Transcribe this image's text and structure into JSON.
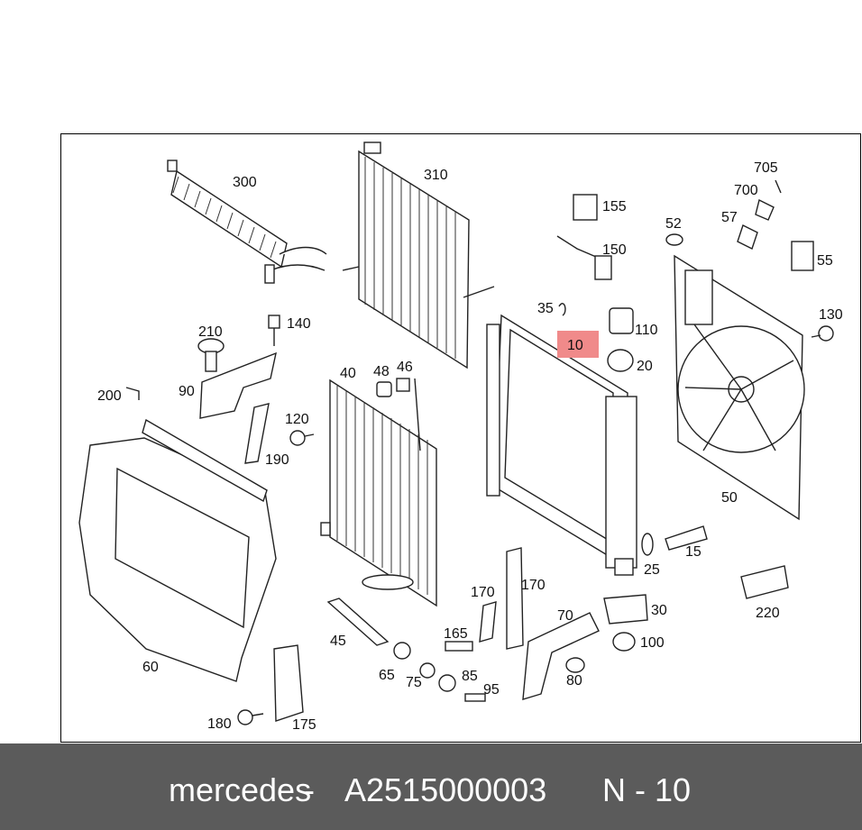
{
  "caption": {
    "brand": "mercedes",
    "sep1": "-",
    "part_number": "A2515000003",
    "ref_label": "N - 10"
  },
  "callouts": [
    {
      "id": "300",
      "text": "300"
    },
    {
      "id": "310",
      "text": "310"
    },
    {
      "id": "705",
      "text": "705"
    },
    {
      "id": "700",
      "text": "700"
    },
    {
      "id": "155",
      "text": "155"
    },
    {
      "id": "57",
      "text": "57"
    },
    {
      "id": "52",
      "text": "52"
    },
    {
      "id": "150",
      "text": "150"
    },
    {
      "id": "55",
      "text": "55"
    },
    {
      "id": "35",
      "text": "35"
    },
    {
      "id": "130",
      "text": "130"
    },
    {
      "id": "210",
      "text": "210"
    },
    {
      "id": "140",
      "text": "140"
    },
    {
      "id": "110",
      "text": "110"
    },
    {
      "id": "10",
      "text": "10"
    },
    {
      "id": "20",
      "text": "20"
    },
    {
      "id": "40",
      "text": "40"
    },
    {
      "id": "48",
      "text": "48"
    },
    {
      "id": "46",
      "text": "46"
    },
    {
      "id": "90",
      "text": "90"
    },
    {
      "id": "200",
      "text": "200"
    },
    {
      "id": "120",
      "text": "120"
    },
    {
      "id": "190",
      "text": "190"
    },
    {
      "id": "50",
      "text": "50"
    },
    {
      "id": "15",
      "text": "15"
    },
    {
      "id": "25",
      "text": "25"
    },
    {
      "id": "170a",
      "text": "170"
    },
    {
      "id": "170b",
      "text": "170"
    },
    {
      "id": "220",
      "text": "220"
    },
    {
      "id": "30",
      "text": "30"
    },
    {
      "id": "70",
      "text": "70"
    },
    {
      "id": "165",
      "text": "165"
    },
    {
      "id": "100",
      "text": "100"
    },
    {
      "id": "45",
      "text": "45"
    },
    {
      "id": "60",
      "text": "60"
    },
    {
      "id": "65",
      "text": "65"
    },
    {
      "id": "75",
      "text": "75"
    },
    {
      "id": "85",
      "text": "85"
    },
    {
      "id": "80",
      "text": "80"
    },
    {
      "id": "95",
      "text": "95"
    },
    {
      "id": "180",
      "text": "180"
    },
    {
      "id": "175",
      "text": "175"
    }
  ],
  "highlight": {
    "callout": "10",
    "color": "#f08a8a"
  },
  "colors": {
    "caption_bg": "#5b5b5b",
    "caption_text": "#ffffff",
    "line": "#222222"
  }
}
